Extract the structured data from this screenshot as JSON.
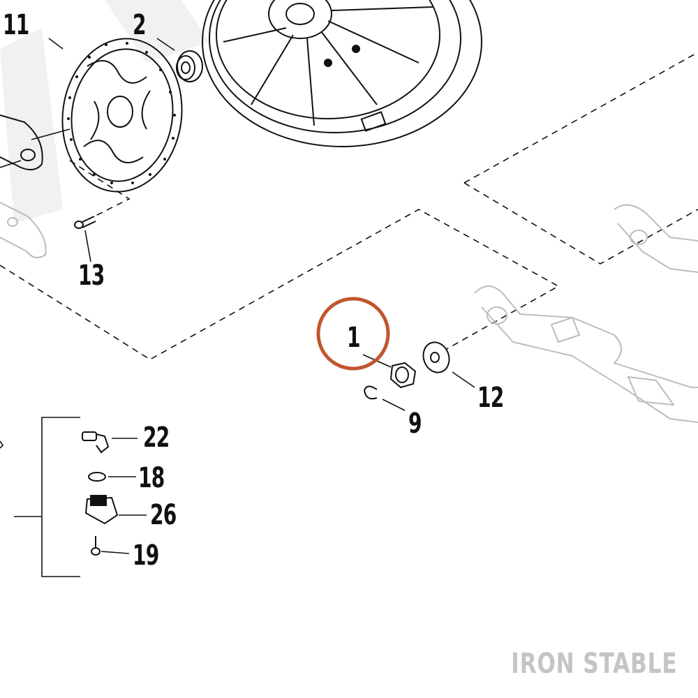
{
  "callouts": {
    "c11": "11",
    "c2": "2",
    "c13": "13",
    "c1": "1",
    "c12": "12",
    "c9": "9",
    "c22": "22",
    "c18": "18",
    "c26": "26",
    "c19": "19"
  },
  "highlight": {
    "callout": "1",
    "color": "#c0562f"
  },
  "watermark": "IRON STABLE"
}
